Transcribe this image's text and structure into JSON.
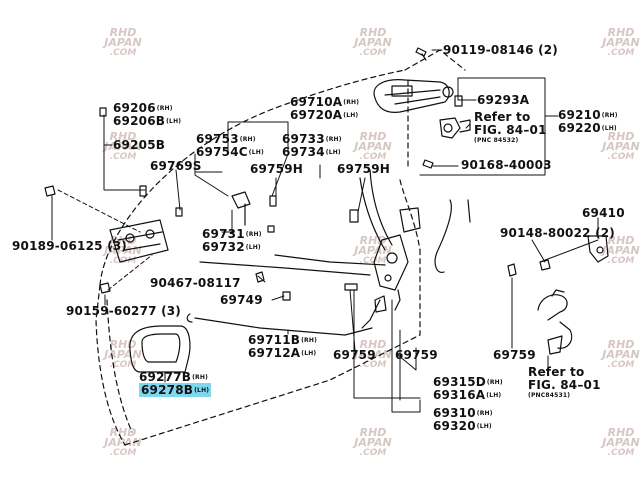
{
  "watermark": {
    "line1": "RHD",
    "line2": "JAPAN",
    "line3": ".COM",
    "color": "#d8c6c3"
  },
  "labels": {
    "p90119": "90119-08146",
    "p90119_qty": "(2)",
    "p69293": "69293A",
    "p69210": "69210",
    "p69210_side": "(RH)",
    "p69220": "69220",
    "p69220_side": "(LH)",
    "refer_top_1": "Refer to",
    "refer_top_2": "FIG. 84–01",
    "refer_top_pnc": "(PNC 84532)",
    "p90168": "90168-40003",
    "p69206": "69206",
    "p69206_side": "(RH)",
    "p69206b": "69206B",
    "p69206b_side": "(LH)",
    "p69205b": "69205B",
    "p69769s": "69769S",
    "p69710": "69710A",
    "p69710_side": "(RH)",
    "p69720": "69720A",
    "p69720_side": "(LH)",
    "p69753": "69753",
    "p69753_side": "(RH)",
    "p69754": "69754C",
    "p69754_side": "(LH)",
    "p69733": "69733",
    "p69733_side": "(RH)",
    "p69734": "69734",
    "p69734_side": "(LH)",
    "p69759h_a": "69759H",
    "p69759h_b": "69759H",
    "p69410": "69410",
    "p90148": "90148-80022",
    "p90148_qty": "(2)",
    "p69731": "69731",
    "p69731_side": "(RH)",
    "p69732": "69732",
    "p69732_side": "(LH)",
    "p90189": "90189-06125",
    "p90189_qty": "(3)",
    "p90467": "90467-08117",
    "p69749": "69749",
    "p90159": "90159-60277",
    "p90159_qty": "(3)",
    "p69711": "69711B",
    "p69711_side": "(RH)",
    "p69712": "69712A",
    "p69712_side": "(LH)",
    "p69759_a": "69759",
    "p69759_b": "69759",
    "p69759_c": "69759",
    "p69277": "69277B",
    "p69277_side": "(RH)",
    "p69278": "69278B",
    "p69278_side": "(LH)",
    "p69315": "69315D",
    "p69315_side": "(RH)",
    "p69316": "69316A",
    "p69316_side": "(LH)",
    "p69310": "69310",
    "p69310_side": "(RH)",
    "p69320": "69320",
    "p69320_side": "(LH)",
    "refer_bot_1": "Refer to",
    "refer_bot_2": "FIG. 84–01",
    "refer_bot_pnc": "(PNC84531)"
  },
  "colors": {
    "ink": "#111111",
    "highlight": "#7fd6ef"
  },
  "icons": [
    "door-panel-outline",
    "outside-handle",
    "inside-handle",
    "door-lock-assembly",
    "lock-cylinder",
    "bolt",
    "clip",
    "rod"
  ]
}
